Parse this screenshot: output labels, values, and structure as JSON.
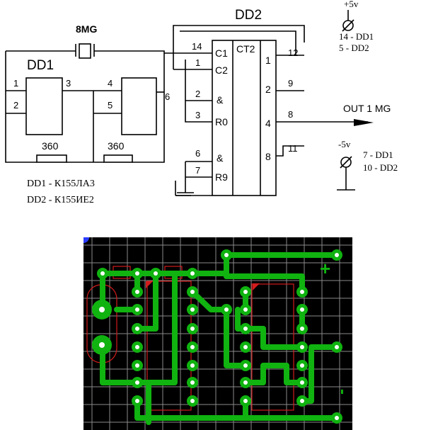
{
  "schematic": {
    "dd2_title": "DD2",
    "crystal_label": "8MG",
    "dd1_title": "DD1",
    "ct2_label": "CT2",
    "out_label": "OUT 1 MG",
    "r1_label": "360",
    "r2_label": "360",
    "part_dd1": "DD1 - К155ЛА3",
    "part_dd2": "DD2 - К155ИЕ2",
    "plus_supply": "+5v",
    "plus_pins_1": "14 - DD1",
    "plus_pins_2": "5 - DD2",
    "minus_supply": "-5v",
    "minus_pins_1": "7 - DD1",
    "minus_pins_2": "10 - DD2",
    "dd1_pins": {
      "p1": "1",
      "p2": "2",
      "p3": "3",
      "p4": "4",
      "p5": "5",
      "p6": "6"
    },
    "dd2_left_pins": {
      "p14": "14",
      "p1": "1",
      "p2": "2",
      "p3": "3",
      "p6": "6",
      "p7": "7"
    },
    "dd2_inputs": {
      "c1": "C1",
      "c2": "C2",
      "amp1": "&",
      "r0": "R0",
      "amp2": "&",
      "r9": "R9"
    },
    "dd2_outputs": {
      "o1": "1",
      "o2": "2",
      "o4": "4",
      "o8": "8"
    },
    "dd2_right_pins": {
      "p12": "12",
      "p9": "9",
      "p8": "8",
      "p11": "11"
    }
  },
  "pcb": {
    "plus_mark": "+",
    "minus_mark": "-",
    "colors": {
      "background": "#000000",
      "grid": "#8a8a8a",
      "trace": "#10b310",
      "outline": "#d21c1c",
      "pad_center": "#ffffff"
    }
  }
}
